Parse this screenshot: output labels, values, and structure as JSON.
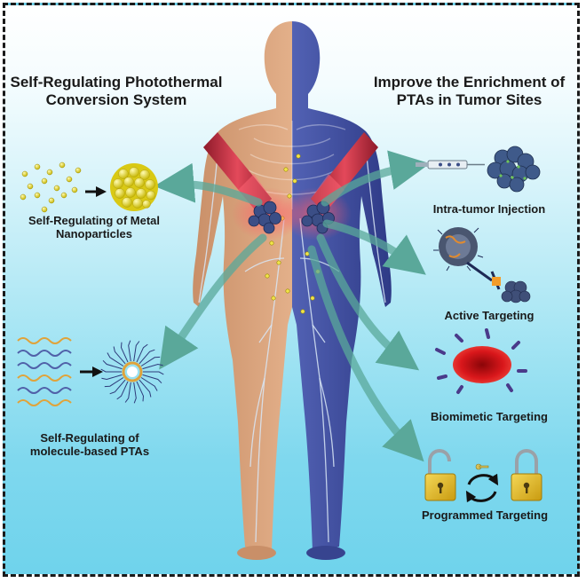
{
  "left_heading": {
    "line1": "Self-Regulating Photothermal",
    "line2": "Conversion System"
  },
  "right_heading": {
    "line1": "Improve the Enrichment of",
    "line2": "PTAs in Tumor Sites"
  },
  "left_items": [
    {
      "line1": "Self-Regulating of Metal",
      "line2": "Nanoparticles",
      "icon": "gold-nanoparticle-cluster-icon"
    },
    {
      "line1": "Self-Regulating of",
      "line2": "molecule-based PTAs",
      "icon": "micelle-icon"
    }
  ],
  "right_items": [
    {
      "label": "Intra-tumor Injection",
      "icon": "syringe-icon"
    },
    {
      "label": "Active Targeting",
      "icon": "antibody-cell-icon"
    },
    {
      "label": "Biomimetic Targeting",
      "icon": "red-blood-cell-icon"
    },
    {
      "label": "Programmed Targeting",
      "icon": "padlock-icon"
    }
  ],
  "colors": {
    "body_front": "#d9a27c",
    "body_back": "#3f4da0",
    "vessel": "#c9dcf0",
    "laser": "#e0475a",
    "tumor": "#3b4e86",
    "nanoparticle": "#f1e44a",
    "arrow": "#5aa89a",
    "rbc": "#d9171b",
    "lock": "#e7c22e"
  }
}
